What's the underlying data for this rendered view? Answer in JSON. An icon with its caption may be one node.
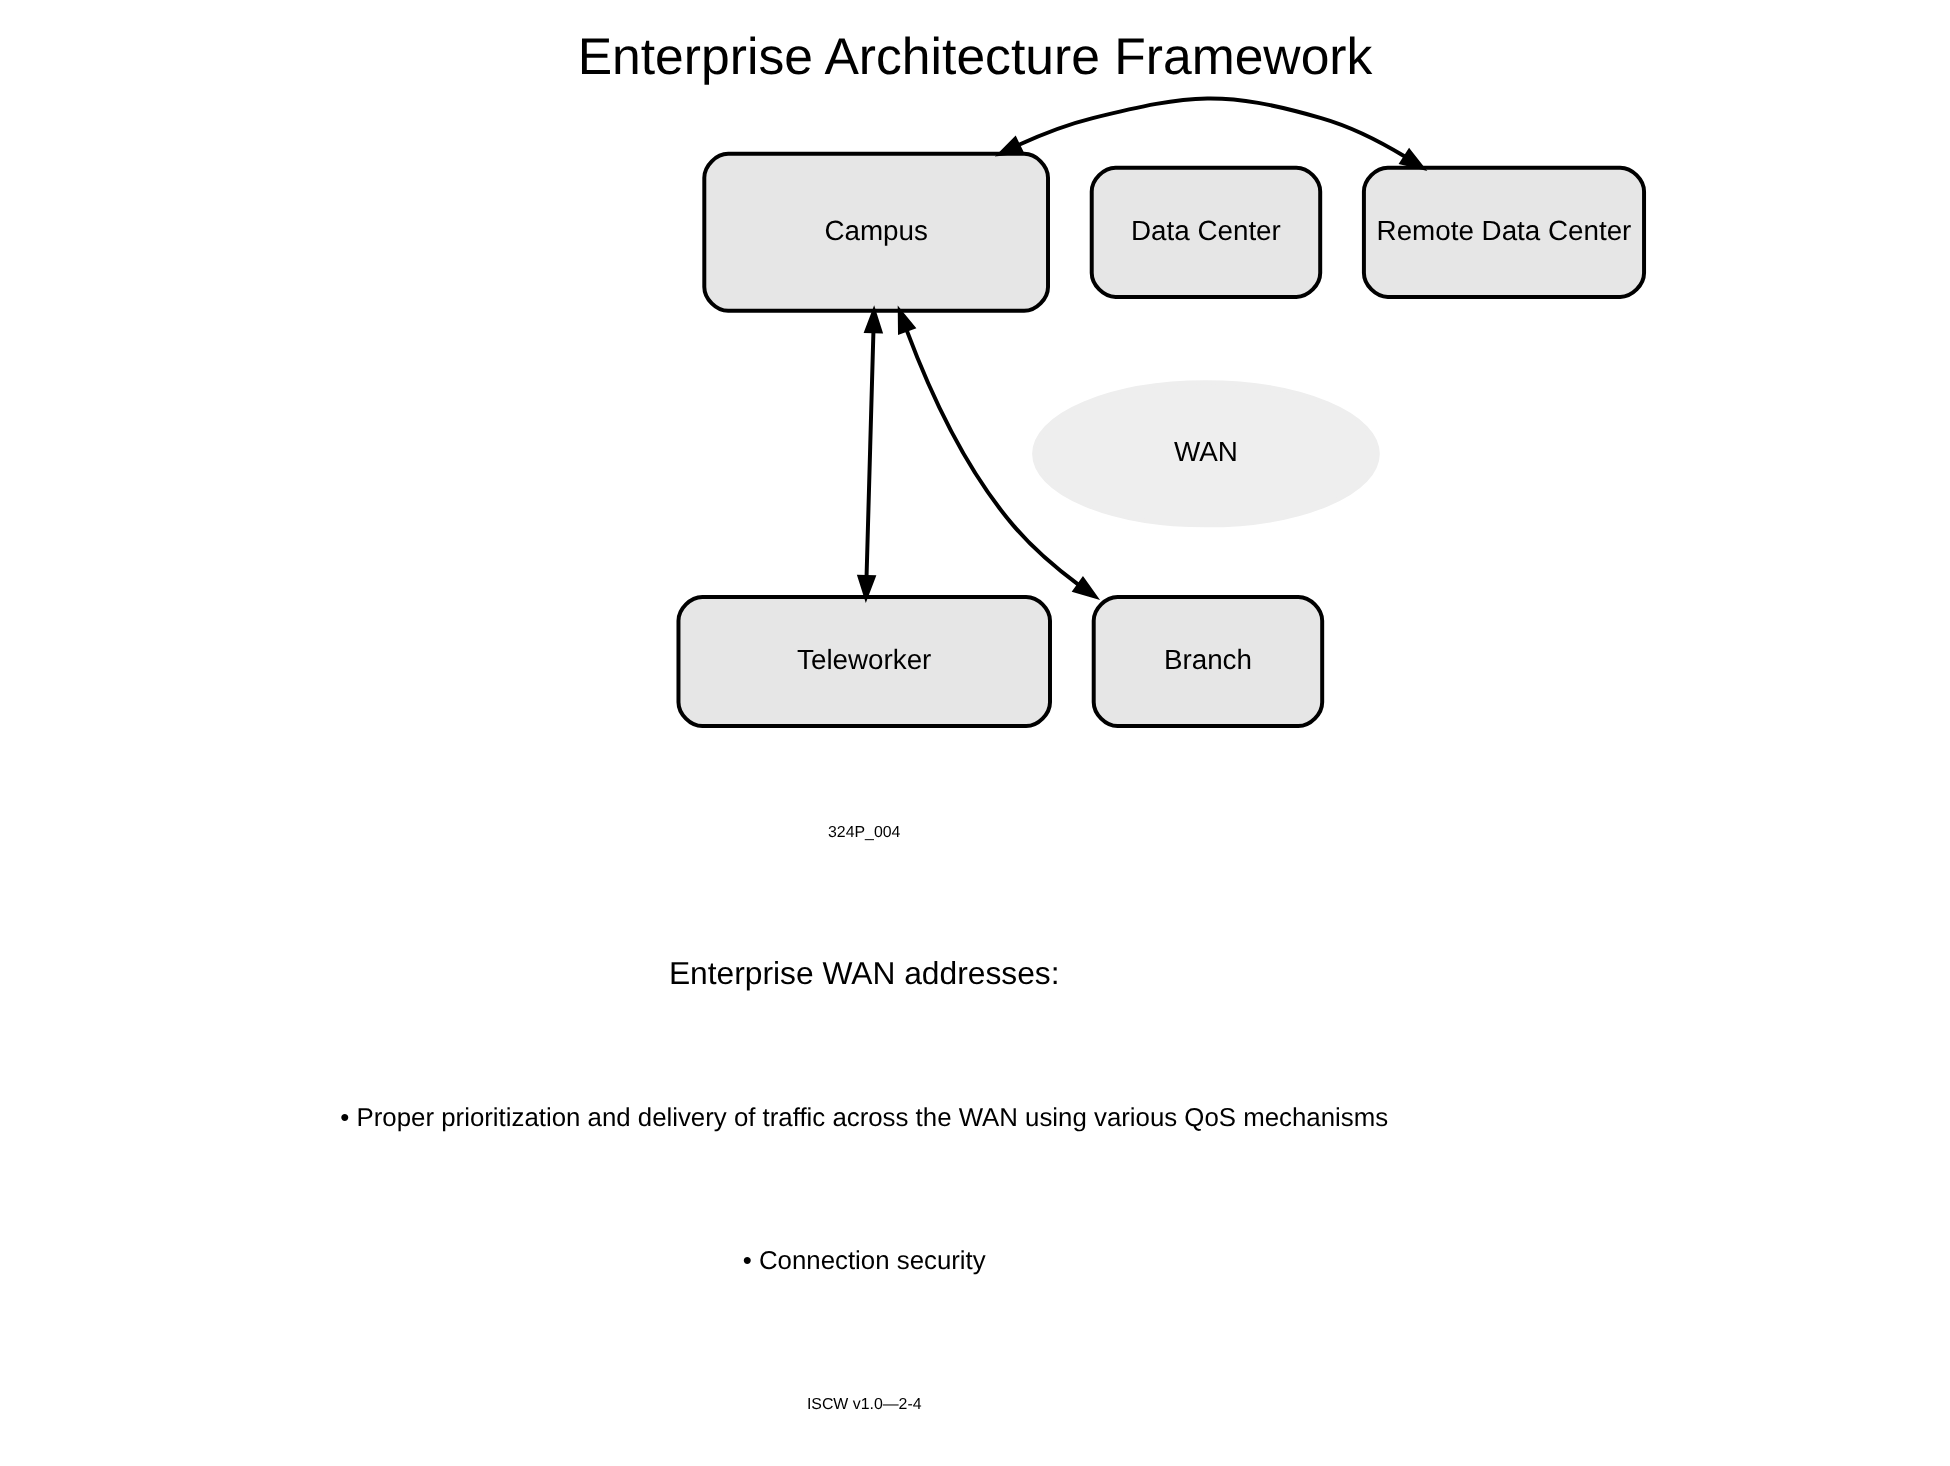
{
  "diagram": {
    "title": "Enterprise Architecture Framework",
    "nodes": [
      {
        "text": [
          "Campus"
        ]
      },
      {
        "text": [
          "Data Center"
        ]
      },
      {
        "text": [
          "Remote Data Center"
        ]
      },
      {
        "text": [
          "WAN"
        ]
      },
      {
        "text": [
          "Teleworker"
        ]
      },
      {
        "text": [
          "Branch"
        ]
      }
    ],
    "edges": [
      {
        "from": 0,
        "to": 2,
        "arrow": "both"
      },
      {
        "from": 0,
        "to": 5,
        "arrow": "both"
      },
      {
        "from": 0,
        "to": 4,
        "arrow": "both"
      }
    ],
    "labels": [
      "324P_004",
      "Enterprise WAN addresses:",
      "• Proper prioritization and delivery of traffic across the WAN using various QoS mechanisms",
      "• Connection security",
      "ISCW v1.0—2-4"
    ]
  }
}
